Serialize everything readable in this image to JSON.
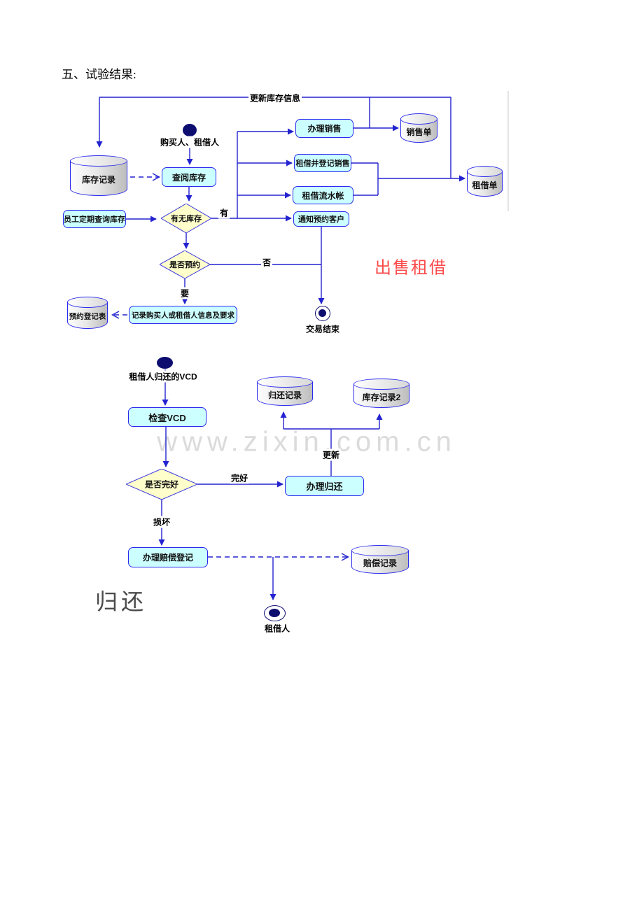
{
  "page": {
    "title": "五、试验结果:"
  },
  "watermark": "www.zixin.com.cn",
  "sell_rent_diagram": {
    "caption": "出售租借",
    "update_loop_label": "更新库存信息",
    "start_node_label": "购买人、租借人",
    "end_node_label": "交易结束",
    "activities": {
      "check_inventory": "查阅库存",
      "staff_periodic_check": "员工定期查询库存",
      "handle_sale": "办理销售",
      "rent_and_register_sale": "租借并登记销售",
      "rent_ledger": "租借流水帐",
      "notify_reserved_customer": "通知预约客户",
      "record_customer_info": "记录购买人或租借人信息及要求"
    },
    "decisions": {
      "has_stock": "有无库存",
      "is_reserved": "是否预约"
    },
    "datastores": {
      "inventory_record": "库存记录",
      "sales_order": "销售单",
      "rental_order": "租借单",
      "reservation_form": "预约登记表"
    },
    "edge_labels": {
      "has": "有",
      "no": "否",
      "need": "要"
    }
  },
  "return_diagram": {
    "caption": "归还",
    "start_node_label": "租借人归还的VCD",
    "end_node_label": "租借人",
    "activities": {
      "check_vcd": "检查VCD",
      "handle_return": "办理归还",
      "handle_compensation": "办理赔偿登记"
    },
    "decisions": {
      "is_intact": "是否完好"
    },
    "datastores": {
      "return_record": "归还记录",
      "inventory_record_2": "库存记录2",
      "compensation_record": "赔偿记录"
    },
    "edge_labels": {
      "intact": "完好",
      "damaged": "损坏",
      "update": "更新"
    }
  },
  "colors": {
    "wire_blue": "#2323d0",
    "box_fill": "#ccffff",
    "box_border": "#2a2aee",
    "diamond_fill": "#ffffcc",
    "node_navy": "#0d0d70",
    "caption_red": "#fb4a4a",
    "watermark_gray": "#dbdbdb"
  }
}
